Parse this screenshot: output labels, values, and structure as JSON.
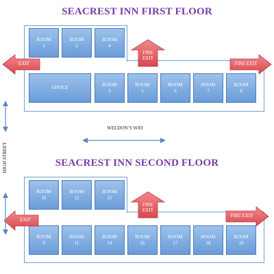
{
  "first_floor": {
    "title": "SEACREST INN FIRST FLOOR",
    "top_rooms": [
      {
        "label": "ROOM\n1"
      },
      {
        "label": "ROOM\n2"
      },
      {
        "label": "ROOM\n4"
      }
    ],
    "bottom_rooms": [
      {
        "label": "OFFICE"
      },
      {
        "label": "ROOM\n3"
      },
      {
        "label": "ROOM\n5"
      },
      {
        "label": "ROOM\n6"
      },
      {
        "label": "ROOM\n7"
      },
      {
        "label": "ROOM\n8"
      }
    ],
    "exit_label": "EXIT",
    "fire_exit_center_label": "FIRE\nEXIT",
    "fire_exit_right_label": "FIRE EXIT"
  },
  "second_floor": {
    "title": "SEACREST INN SECOND FLOOR",
    "top_rooms": [
      {
        "label": "ROOM\n10"
      },
      {
        "label": "ROOM\n12"
      },
      {
        "label": "ROOM\n15"
      }
    ],
    "bottom_rooms": [
      {
        "label": "ROOM\n9"
      },
      {
        "label": "ROOM\n11"
      },
      {
        "label": "ROOM\n14"
      },
      {
        "label": "ROOM\n16"
      },
      {
        "label": "ROOM\n17"
      },
      {
        "label": "ROOM\n18"
      },
      {
        "label": "ROOM\n19"
      }
    ],
    "exit_label": "EXIT",
    "fire_exit_center_label": "FIRE\nEXIT",
    "fire_exit_right_label": "FIRE EXIT"
  },
  "streets": {
    "horizontal": "WELDON’S WAY",
    "vertical": "HIGH STREET"
  },
  "colors": {
    "title": "#7a3aa6",
    "room_fill": "#7aa7df",
    "outline": "#6f9fd0",
    "exit_arrow": "#e05b60",
    "street_arrow": "#5b87c4"
  }
}
